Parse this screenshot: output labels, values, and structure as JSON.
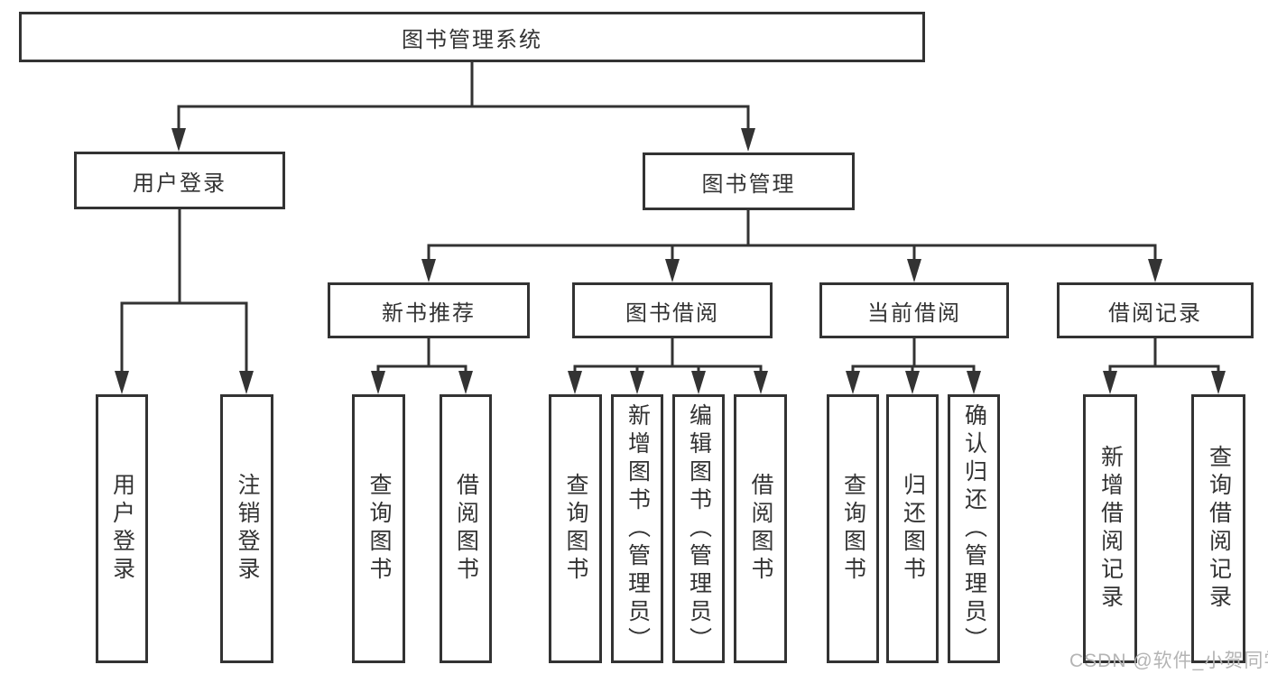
{
  "diagram": {
    "root": {
      "label": "图书管理系统"
    },
    "level2": [
      {
        "id": "user-login",
        "label": "用户登录"
      },
      {
        "id": "book-management",
        "label": "图书管理"
      }
    ],
    "level3": [
      {
        "id": "new-book-recommend",
        "label": "新书推荐"
      },
      {
        "id": "book-borrowing",
        "label": "图书借阅"
      },
      {
        "id": "current-borrowing",
        "label": "当前借阅"
      },
      {
        "id": "borrowing-records",
        "label": "借阅记录"
      }
    ],
    "leaves": [
      {
        "id": "user-login-leaf",
        "label": "用户登录"
      },
      {
        "id": "logout-leaf",
        "label": "注销登录"
      },
      {
        "id": "query-books-under-recommend",
        "label": "查询图书"
      },
      {
        "id": "borrow-books-under-recommend",
        "label": "借阅图书"
      },
      {
        "id": "query-books-under-borrowing",
        "label": "查询图书"
      },
      {
        "id": "add-books-admin",
        "label": "新增图书（管理员）"
      },
      {
        "id": "edit-books-admin",
        "label": "编辑图书（管理员）"
      },
      {
        "id": "borrow-books-under-borrowing",
        "label": "借阅图书"
      },
      {
        "id": "query-books-under-current",
        "label": "查询图书"
      },
      {
        "id": "return-books",
        "label": "归还图书"
      },
      {
        "id": "confirm-return-admin",
        "label": "确认归还（管理员）"
      },
      {
        "id": "add-borrow-record",
        "label": "新增借阅记录"
      },
      {
        "id": "query-borrow-record",
        "label": "查询借阅记录"
      }
    ],
    "watermark": "CSDN @软件_小贺同学",
    "colors": {
      "line": "#333333",
      "text": "#333333",
      "box_background": "#ffffff",
      "watermark": "#b4b4b4"
    }
  }
}
